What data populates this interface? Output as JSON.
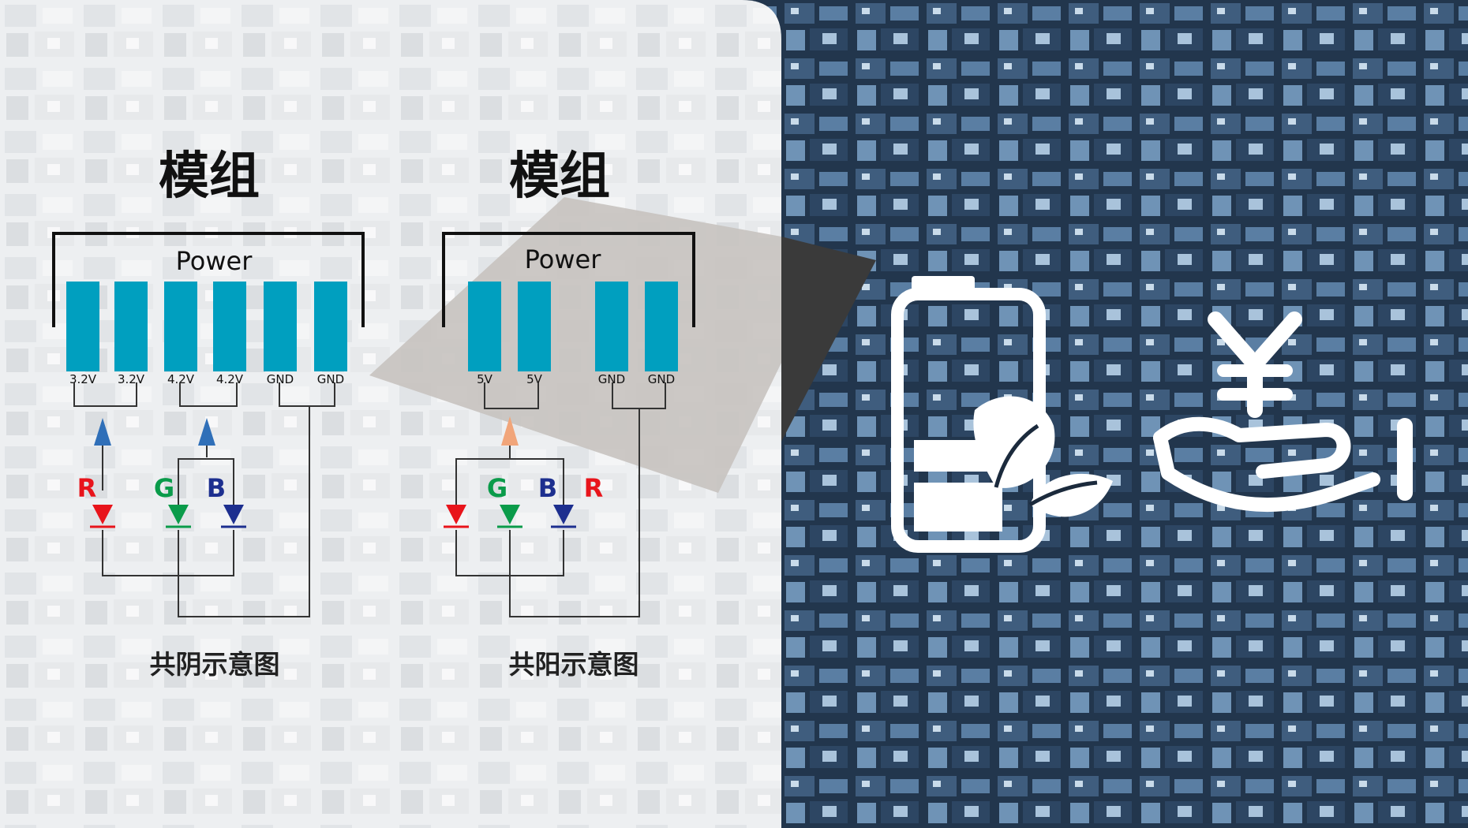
{
  "colors": {
    "pin": "#009fbf",
    "red": "#e8141b",
    "green": "#0a9b4a",
    "blue": "#1d2f8f",
    "arrow_blue": "#2f6fb8",
    "arrow_orange": "#f1a57a",
    "wire": "#333333"
  },
  "left": {
    "title": "模组",
    "power": "Power",
    "pins": [
      "3.2V",
      "3.2V",
      "4.2V",
      "4.2V",
      "GND",
      "GND"
    ],
    "leds": [
      "R",
      "G",
      "B"
    ],
    "caption": "共阴示意图"
  },
  "right": {
    "title": "模组",
    "power": "Power",
    "pins": [
      "5V",
      "5V",
      "GND",
      "GND"
    ],
    "leds": [
      "G",
      "B",
      "R"
    ],
    "caption": "共阳示意图"
  },
  "icons": [
    "battery-leaf-icon",
    "yen-hand-icon"
  ]
}
